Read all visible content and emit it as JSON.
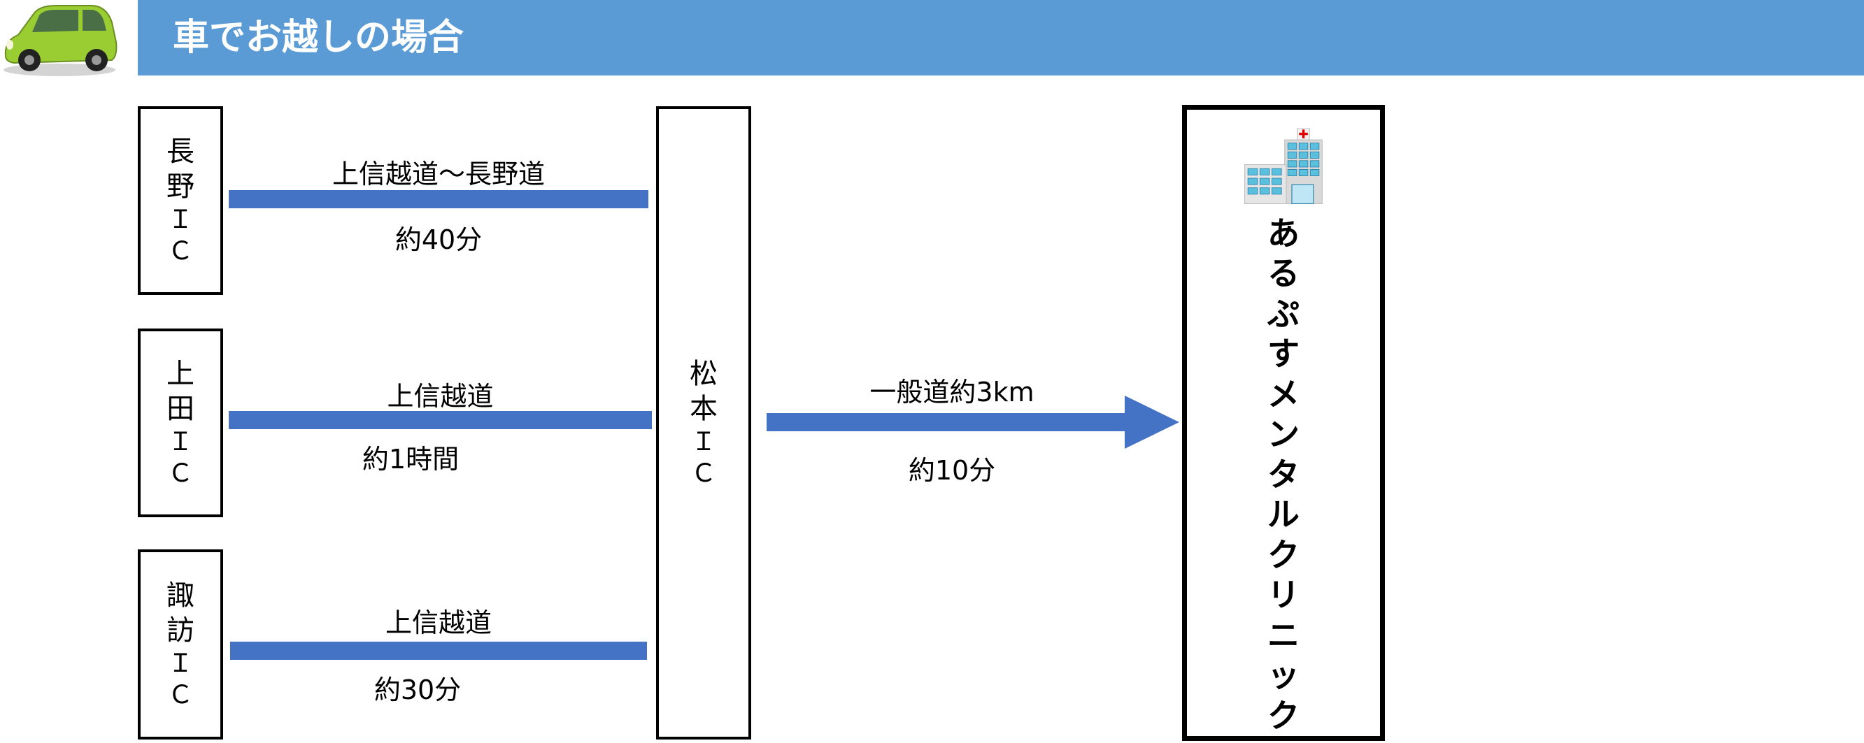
{
  "header": {
    "title": "車でお越しの場合"
  },
  "sources": [
    {
      "name_chars": [
        "長",
        "野",
        "Ｉ",
        "Ｃ"
      ],
      "route": "上信越道～長野道",
      "time": "約40分"
    },
    {
      "name_chars": [
        "上",
        "田",
        "Ｉ",
        "Ｃ"
      ],
      "route": "上信越道",
      "time": "約1時間"
    },
    {
      "name_chars": [
        "諏",
        "訪",
        "Ｉ",
        "Ｃ"
      ],
      "route": "上信越道",
      "time": "約30分"
    }
  ],
  "hub": {
    "name_chars": [
      "松",
      "本",
      "Ｉ",
      "Ｃ"
    ]
  },
  "final_leg": {
    "route": "一般道約3km",
    "time": "約10分"
  },
  "clinic": {
    "name_chars": [
      "あ",
      "る",
      "ぷ",
      "す",
      "メ",
      "ン",
      "タ",
      "ル",
      "ク",
      "リ",
      "ニ",
      "ッ",
      "ク"
    ]
  },
  "colors": {
    "header": "#5B9BD5",
    "route_bar": "#4472C4",
    "car": "#9ACD32"
  },
  "icons": {
    "car": "car-icon",
    "hospital": "hospital-icon"
  }
}
